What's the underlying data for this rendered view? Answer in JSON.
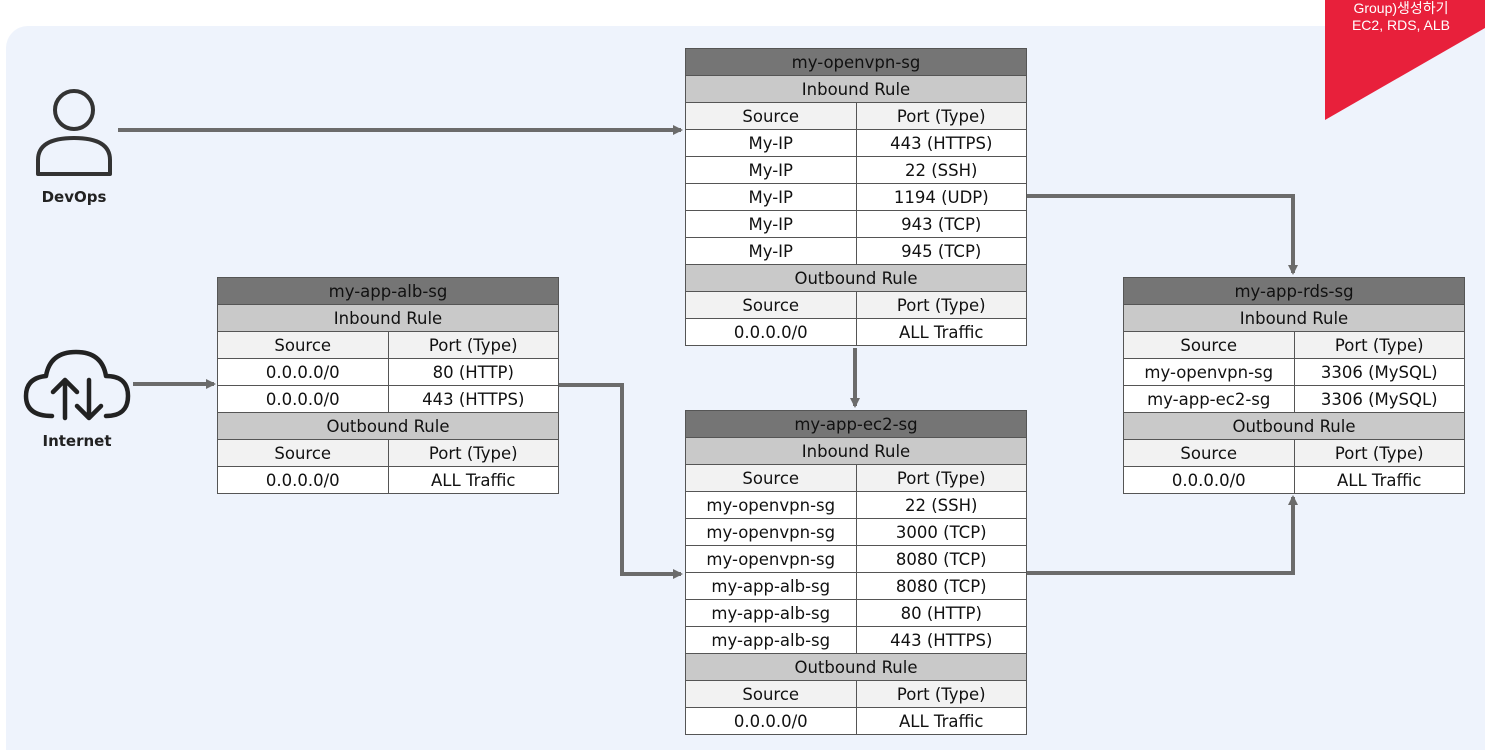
{
  "ribbon": {
    "lines": [
      "Group)생성하기",
      "EC2, RDS, ALB"
    ],
    "color": "#e8203b"
  },
  "actors": {
    "devops": {
      "label": "DevOps",
      "icon": "user-icon"
    },
    "internet": {
      "label": "Internet",
      "icon": "cloud-upload-download-icon"
    }
  },
  "headers": {
    "source": "Source",
    "port": "Port (Type)"
  },
  "security_groups": {
    "openvpn": {
      "name": "my-openvpn-sg",
      "inbound_title": "Inbound Rule",
      "inbound": [
        [
          "My-IP",
          "443 (HTTPS)"
        ],
        [
          "My-IP",
          "22 (SSH)"
        ],
        [
          "My-IP",
          "1194 (UDP)"
        ],
        [
          "My-IP",
          "943 (TCP)"
        ],
        [
          "My-IP",
          "945 (TCP)"
        ]
      ],
      "outbound_title": "Outbound Rule",
      "outbound": [
        [
          "0.0.0.0/0",
          "ALL Traffic"
        ]
      ]
    },
    "alb": {
      "name": "my-app-alb-sg",
      "inbound_title": "Inbound Rule",
      "inbound": [
        [
          "0.0.0.0/0",
          "80 (HTTP)"
        ],
        [
          "0.0.0.0/0",
          "443 (HTTPS)"
        ]
      ],
      "outbound_title": "Outbound Rule",
      "outbound": [
        [
          "0.0.0.0/0",
          "ALL Traffic"
        ]
      ]
    },
    "ec2": {
      "name": "my-app-ec2-sg",
      "inbound_title": "Inbound Rule",
      "inbound": [
        [
          "my-openvpn-sg",
          "22 (SSH)"
        ],
        [
          "my-openvpn-sg",
          "3000 (TCP)"
        ],
        [
          "my-openvpn-sg",
          "8080 (TCP)"
        ],
        [
          "my-app-alb-sg",
          "8080 (TCP)"
        ],
        [
          "my-app-alb-sg",
          "80 (HTTP)"
        ],
        [
          "my-app-alb-sg",
          "443 (HTTPS)"
        ]
      ],
      "outbound_title": "Outbound Rule",
      "outbound": [
        [
          "0.0.0.0/0",
          "ALL Traffic"
        ]
      ]
    },
    "rds": {
      "name": "my-app-rds-sg",
      "inbound_title": "Inbound Rule",
      "inbound": [
        [
          "my-openvpn-sg",
          "3306 (MySQL)"
        ],
        [
          "my-app-ec2-sg",
          "3306 (MySQL)"
        ]
      ],
      "outbound_title": "Outbound Rule",
      "outbound": [
        [
          "0.0.0.0/0",
          "ALL Traffic"
        ]
      ]
    }
  },
  "colors": {
    "background": "#eef3fc",
    "title_bar": "#757575",
    "rule_bar": "#c9c9c9",
    "header_row": "#f2f2f2",
    "connector": "#6b6b6b"
  }
}
